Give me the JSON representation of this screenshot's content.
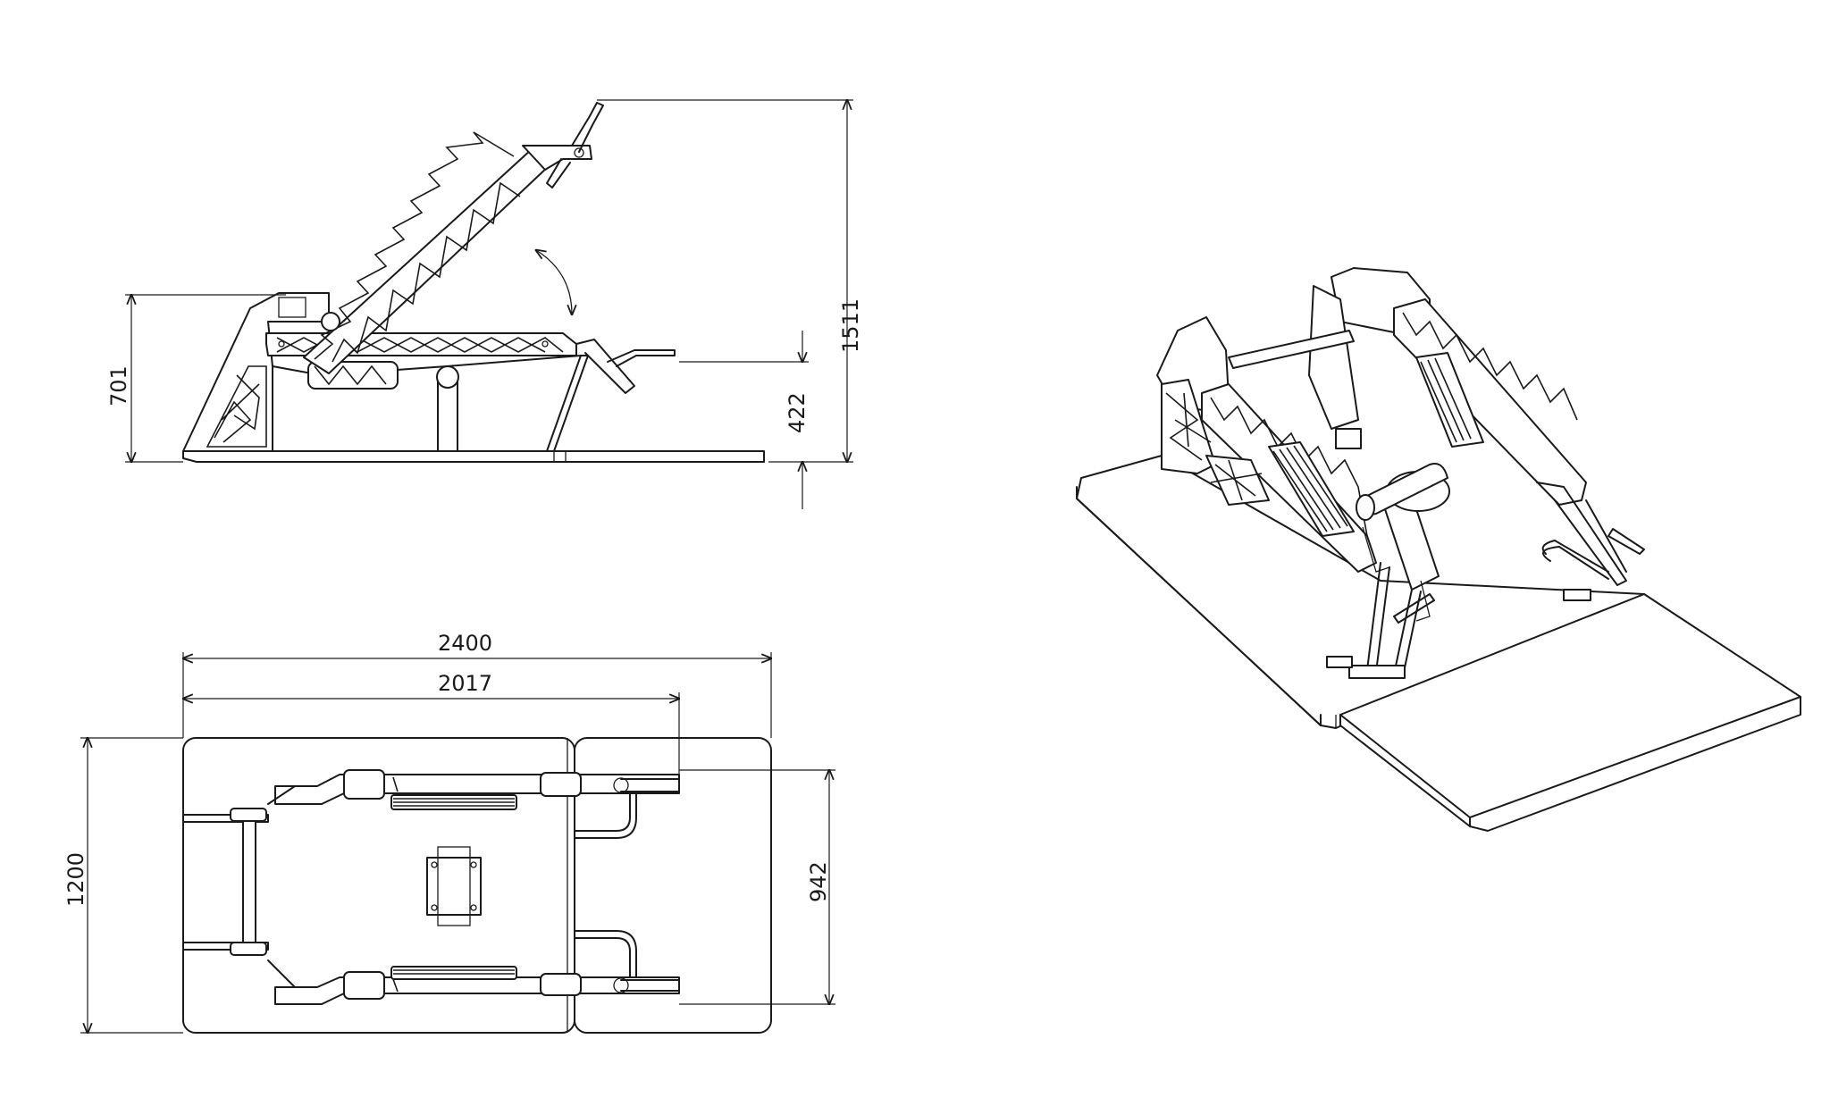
{
  "dimensions": {
    "side_view": {
      "overall_height": "1511",
      "frame_height": "701",
      "handle_height": "422"
    },
    "top_view": {
      "overall_length": "2400",
      "frame_length": "2017",
      "overall_width": "1200",
      "handle_width": "942"
    }
  }
}
